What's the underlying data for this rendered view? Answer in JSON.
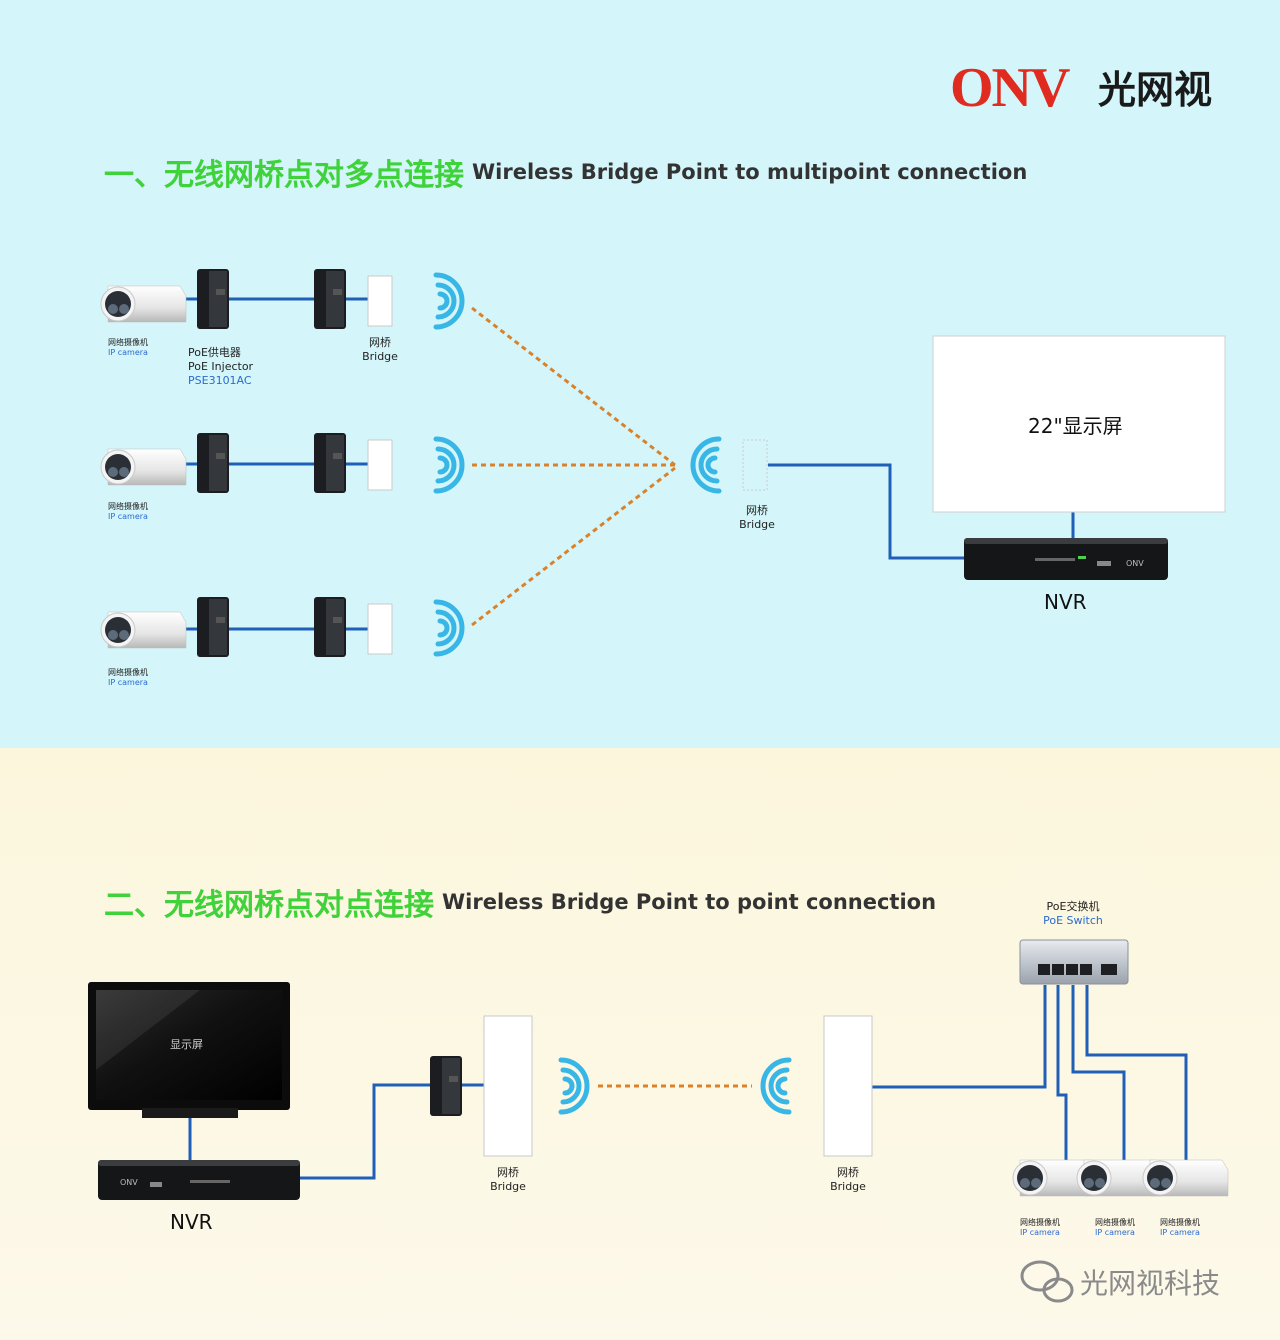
{
  "logo": {
    "mark": "ONV",
    "name_cn": "光网视"
  },
  "section1": {
    "heading_cn": "一、无线网桥点对多点连接",
    "heading_en": "Wireless Bridge Point to multipoint connection"
  },
  "section2": {
    "heading_cn": "二、无线网桥点对点连接",
    "heading_en": "Wireless Bridge Point to point connection"
  },
  "labels": {
    "ip_camera_cn": "网络摄像机",
    "ip_camera_en": "IP camera",
    "poe_injector_cn": "PoE供电器",
    "poe_injector_en": "PoE Injector",
    "poe_injector_model": "PSE3101AC",
    "bridge_cn": "网桥",
    "bridge_en": "Bridge",
    "monitor_22": "22\"显示屏",
    "nvr": "NVR",
    "monitor": "显示屏",
    "poe_switch_cn": "PoE交换机",
    "poe_switch_en": "PoE Switch",
    "nvr_brand": "ONV"
  },
  "watermark": "光网视科技",
  "colors": {
    "top_background": "#d4f6fa",
    "bottom_background": "#fbf6dc",
    "heading_green": "#3fd23a",
    "logo_red": "#e02b20",
    "cable_blue": "#1f5fb8",
    "wireless_link": "#d9822b",
    "wifi_signal": "#38b6e6"
  }
}
